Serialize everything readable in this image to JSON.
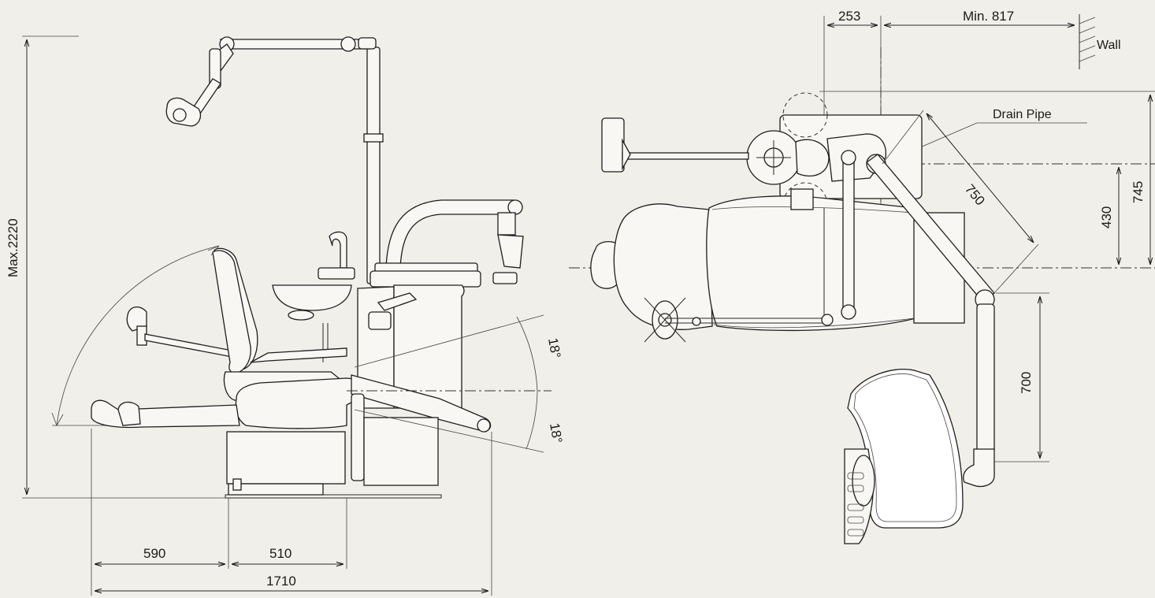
{
  "side_view": {
    "max_height": "Max.2220",
    "upper_angle": "18°",
    "lower_angle": "18°",
    "dim_front": "590",
    "dim_base": "510",
    "dim_total": "1710"
  },
  "top_view": {
    "dim_offset": "253",
    "dim_wall_clearance": "Min. 817",
    "wall_label": "Wall",
    "drain_label": "Drain Pipe",
    "dim_arm_reach": "750",
    "dim_drain_to_center": "430",
    "dim_total_depth": "745",
    "dim_tray_arm": "700"
  },
  "colors": {
    "background": "#f1efe9",
    "line": "#1e1e1e"
  }
}
